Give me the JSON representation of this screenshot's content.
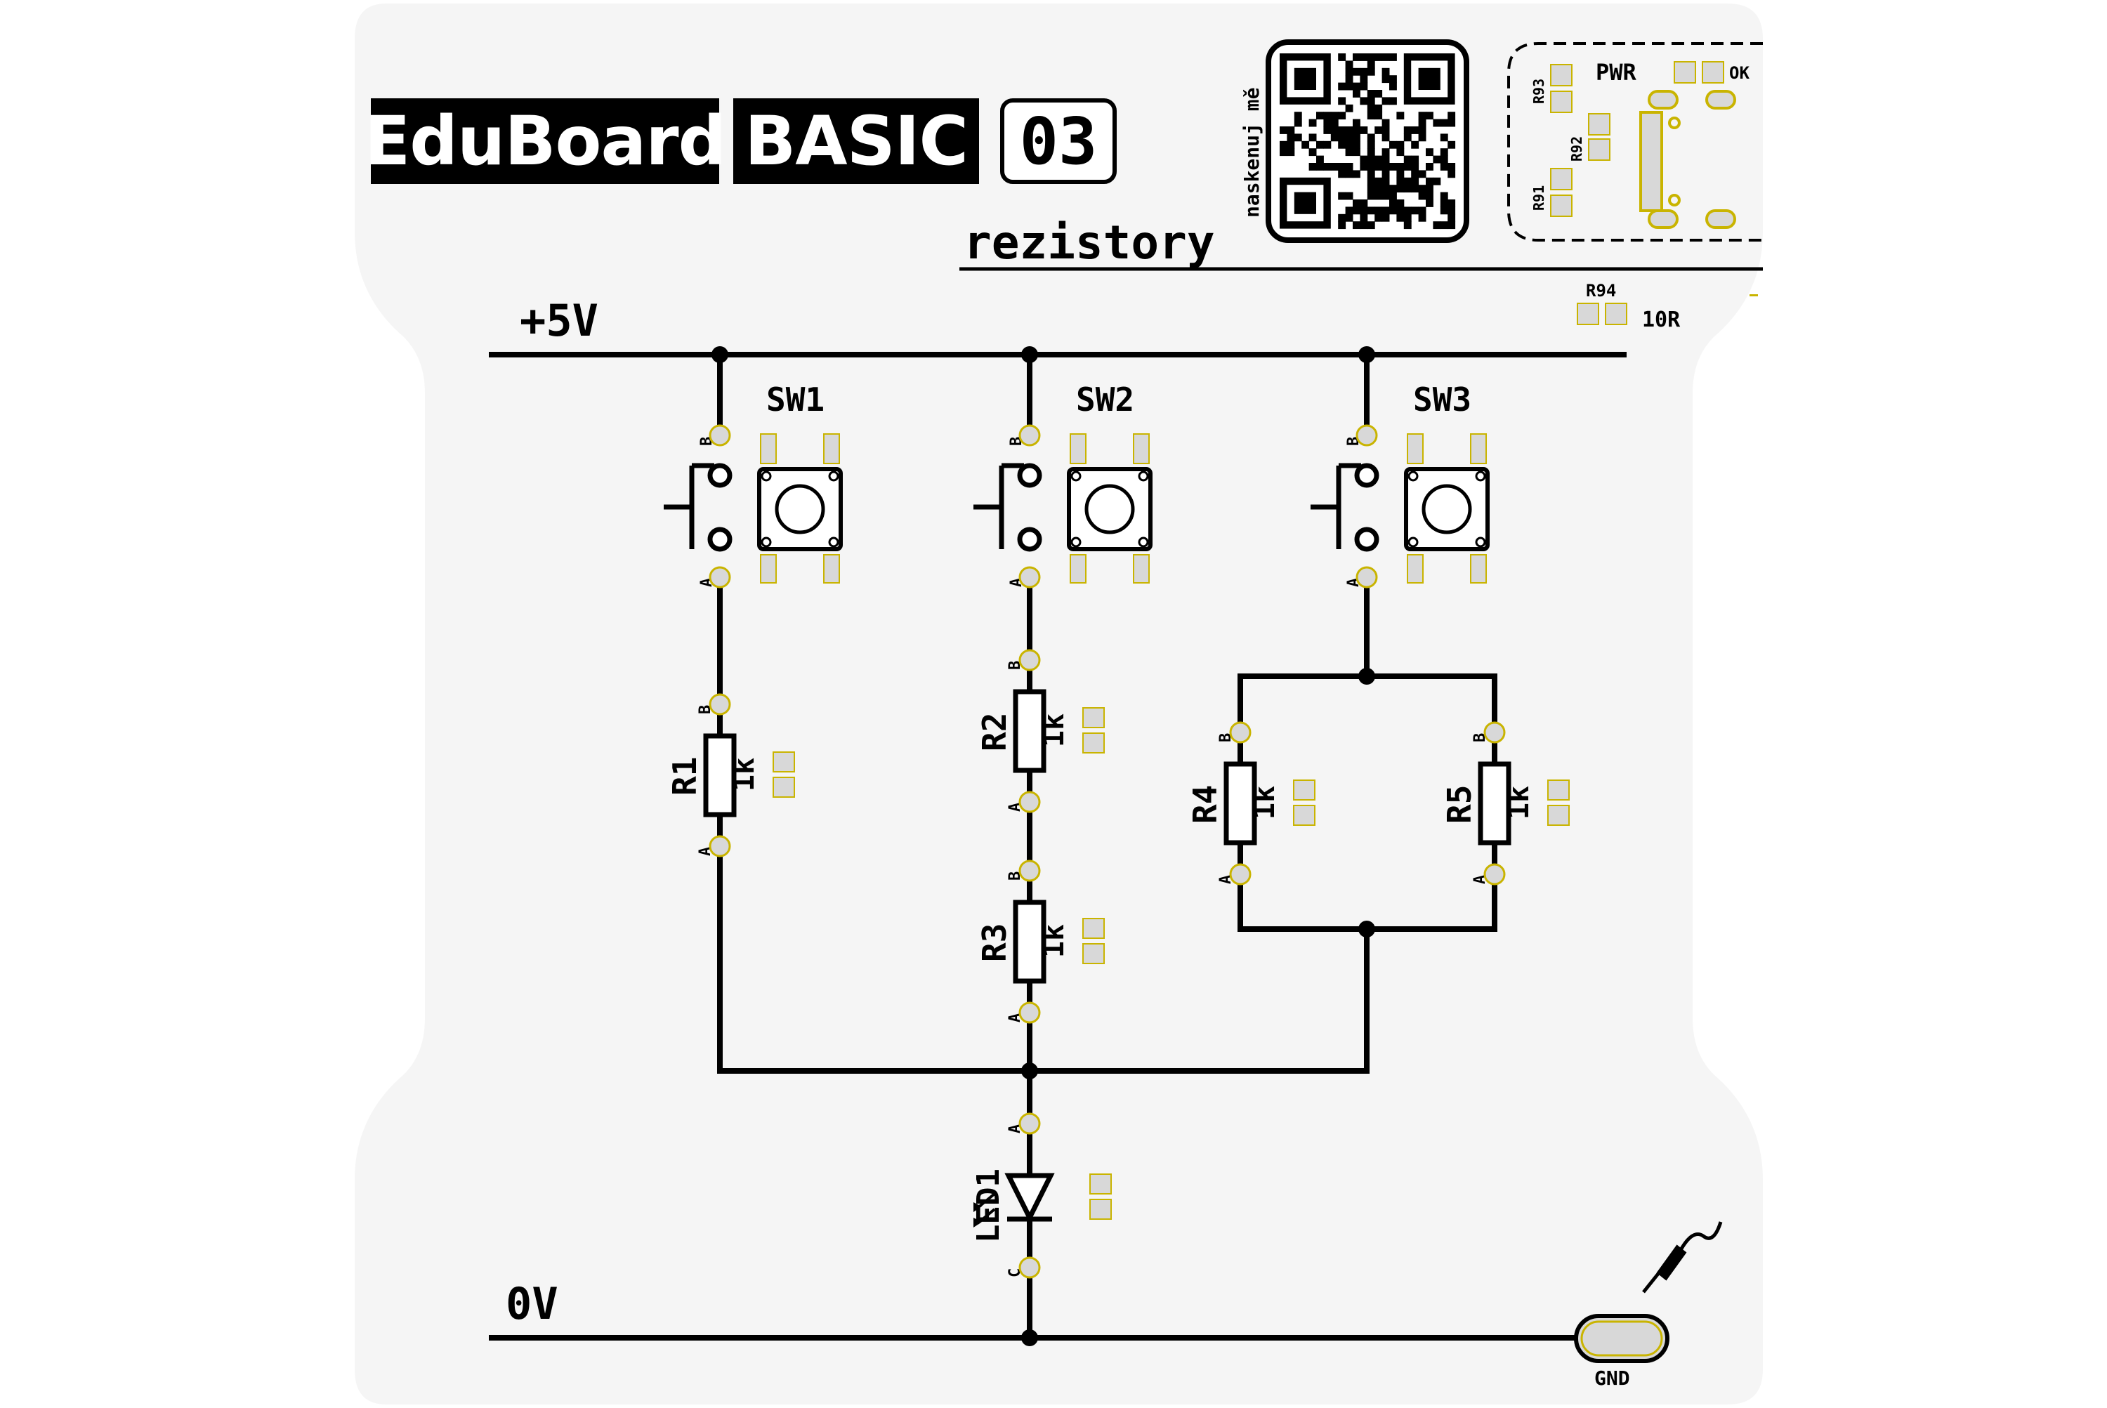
{
  "header": {
    "brand": "EduBoard",
    "series": "BASIC",
    "number": "03",
    "subtitle": "rezistory",
    "qr_caption": "naskenuj mě"
  },
  "power_block": {
    "pwr_label": "PWR",
    "ok_label": "OK",
    "resistors": [
      "R93",
      "R92",
      "R91"
    ],
    "r94_label": "R94",
    "r94_value": "10R"
  },
  "rails": {
    "top": "+5V",
    "bottom": "0V"
  },
  "gnd_label": "GND",
  "switches": [
    {
      "name": "SW1",
      "pin_top": "B",
      "pin_bottom": "A"
    },
    {
      "name": "SW2",
      "pin_top": "B",
      "pin_bottom": "A"
    },
    {
      "name": "SW3",
      "pin_top": "B",
      "pin_bottom": "A"
    }
  ],
  "resistors": [
    {
      "name": "R1",
      "value": "1k",
      "pin_top": "B",
      "pin_bottom": "A"
    },
    {
      "name": "R2",
      "value": "1k",
      "pin_top": "B",
      "pin_bottom": "A"
    },
    {
      "name": "R3",
      "value": "1k",
      "pin_top": "B",
      "pin_bottom": "A"
    },
    {
      "name": "R4",
      "value": "1k",
      "pin_top": "B",
      "pin_bottom": "A"
    },
    {
      "name": "R5",
      "value": "1k",
      "pin_top": "B",
      "pin_bottom": "A"
    }
  ],
  "led": {
    "name": "LED1",
    "pin_top": "A",
    "pin_bottom": "C"
  },
  "colors": {
    "board": "#f5f5f5",
    "ink": "#000000",
    "pad": "#d8d8d8",
    "pad_edge": "#c9b400"
  }
}
